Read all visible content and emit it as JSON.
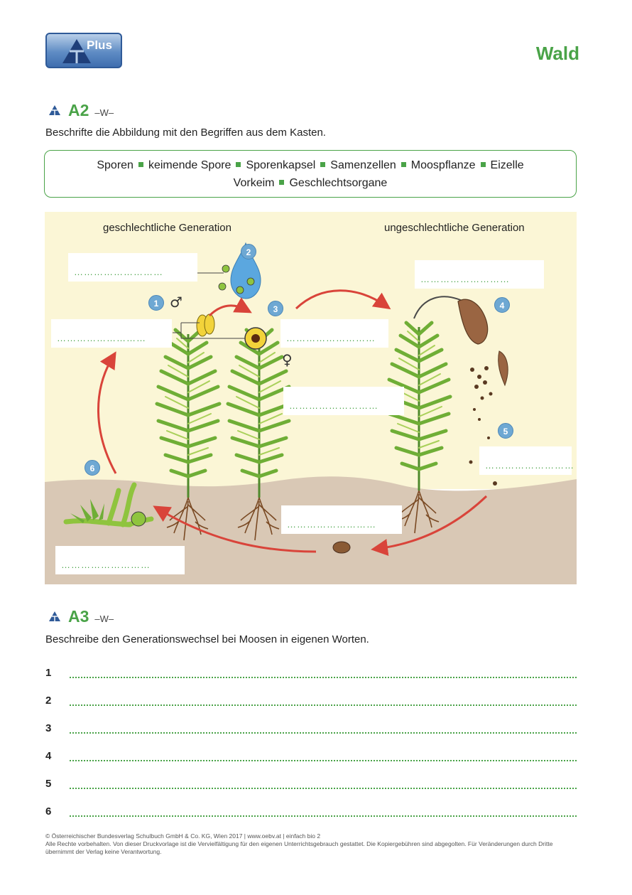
{
  "header": {
    "badge_text": "Plus",
    "topic": "Wald"
  },
  "task_a2": {
    "code": "A2",
    "marker": "–W–",
    "instruction": "Beschrifte die Abbildung mit den Begriffen aus dem Kasten.",
    "terms": [
      "Sporen",
      "keimende Spore",
      "Sporenkapsel",
      "Samenzellen",
      "Moospflanze",
      "Eizelle",
      "Vorkeim",
      "Geschlechtsorgane"
    ]
  },
  "figure": {
    "left_title": "geschlechtliche Generation",
    "right_title": "ungeschlechtliche Generation",
    "numbers": [
      "1",
      "2",
      "3",
      "4",
      "5",
      "6"
    ],
    "male_symbol": "♂",
    "female_symbol": "♀",
    "blank": "………………………"
  },
  "task_a3": {
    "code": "A3",
    "marker": "–W–",
    "instruction": "Beschreibe den Generationswechsel bei Moosen in eigenen Worten.",
    "line_numbers": [
      "1",
      "2",
      "3",
      "4",
      "5",
      "6"
    ]
  },
  "footer": {
    "line1": "© Österreichischer Bundesverlag Schulbuch GmbH & Co. KG, Wien 2017 | www.oebv.at | einfach bio 2",
    "line2": "Alle Rechte vorbehalten. Von dieser Druckvorlage ist die Vervielfältigung für den eigenen Unterrichtsgebrauch gestattet. Die Kopiergebühren sind abgegolten. Für Veränderungen durch Dritte übernimmt der Verlag keine Verantwortung."
  },
  "colors": {
    "accent_green": "#4aa348",
    "badge_blue": "#3f6eaf",
    "arrow_red": "#d9443a",
    "sky": "#fbf6d6",
    "soil": "#d9c8b5"
  }
}
